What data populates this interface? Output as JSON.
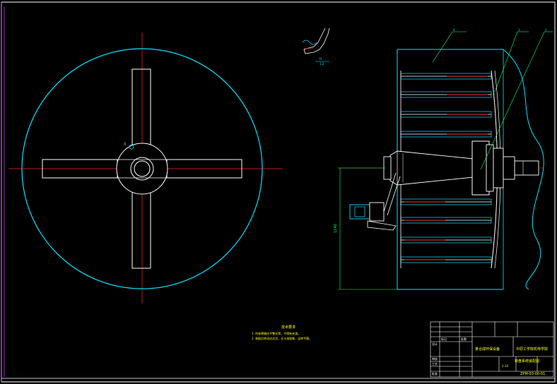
{
  "drawing": {
    "view_label": "II",
    "detail_label": "II",
    "detail_scale": "1:2",
    "dimension": "1140",
    "part_numbers": [
      "4",
      "3",
      "2"
    ],
    "colors": {
      "background": "#000000",
      "outline": "#ffffff",
      "outer_circle": "#00e5ff",
      "centerline": "#ff2020",
      "dimension": "#00ff66",
      "frame": "#ffffff",
      "frame_left": "#b04ad8",
      "notes": "#ffff00",
      "title_block": "#ffffff"
    }
  },
  "notes": {
    "title": "技术要求",
    "items": [
      "1. 所有焊缝应平整光滑，不得有夹渣。",
      "2. 装配后转动应灵活，无卡滞现象，运转平稳。"
    ]
  },
  "title_block": {
    "project": "某合成环保设备",
    "unit": "中原工学院机电学院",
    "drawing_name": "转盘系统装配图",
    "drawing_no": "ZPM-03-00-01",
    "scale": "1:10",
    "rows": [
      "标记",
      "处数",
      "设计",
      "审核",
      "工艺",
      "批准"
    ]
  }
}
